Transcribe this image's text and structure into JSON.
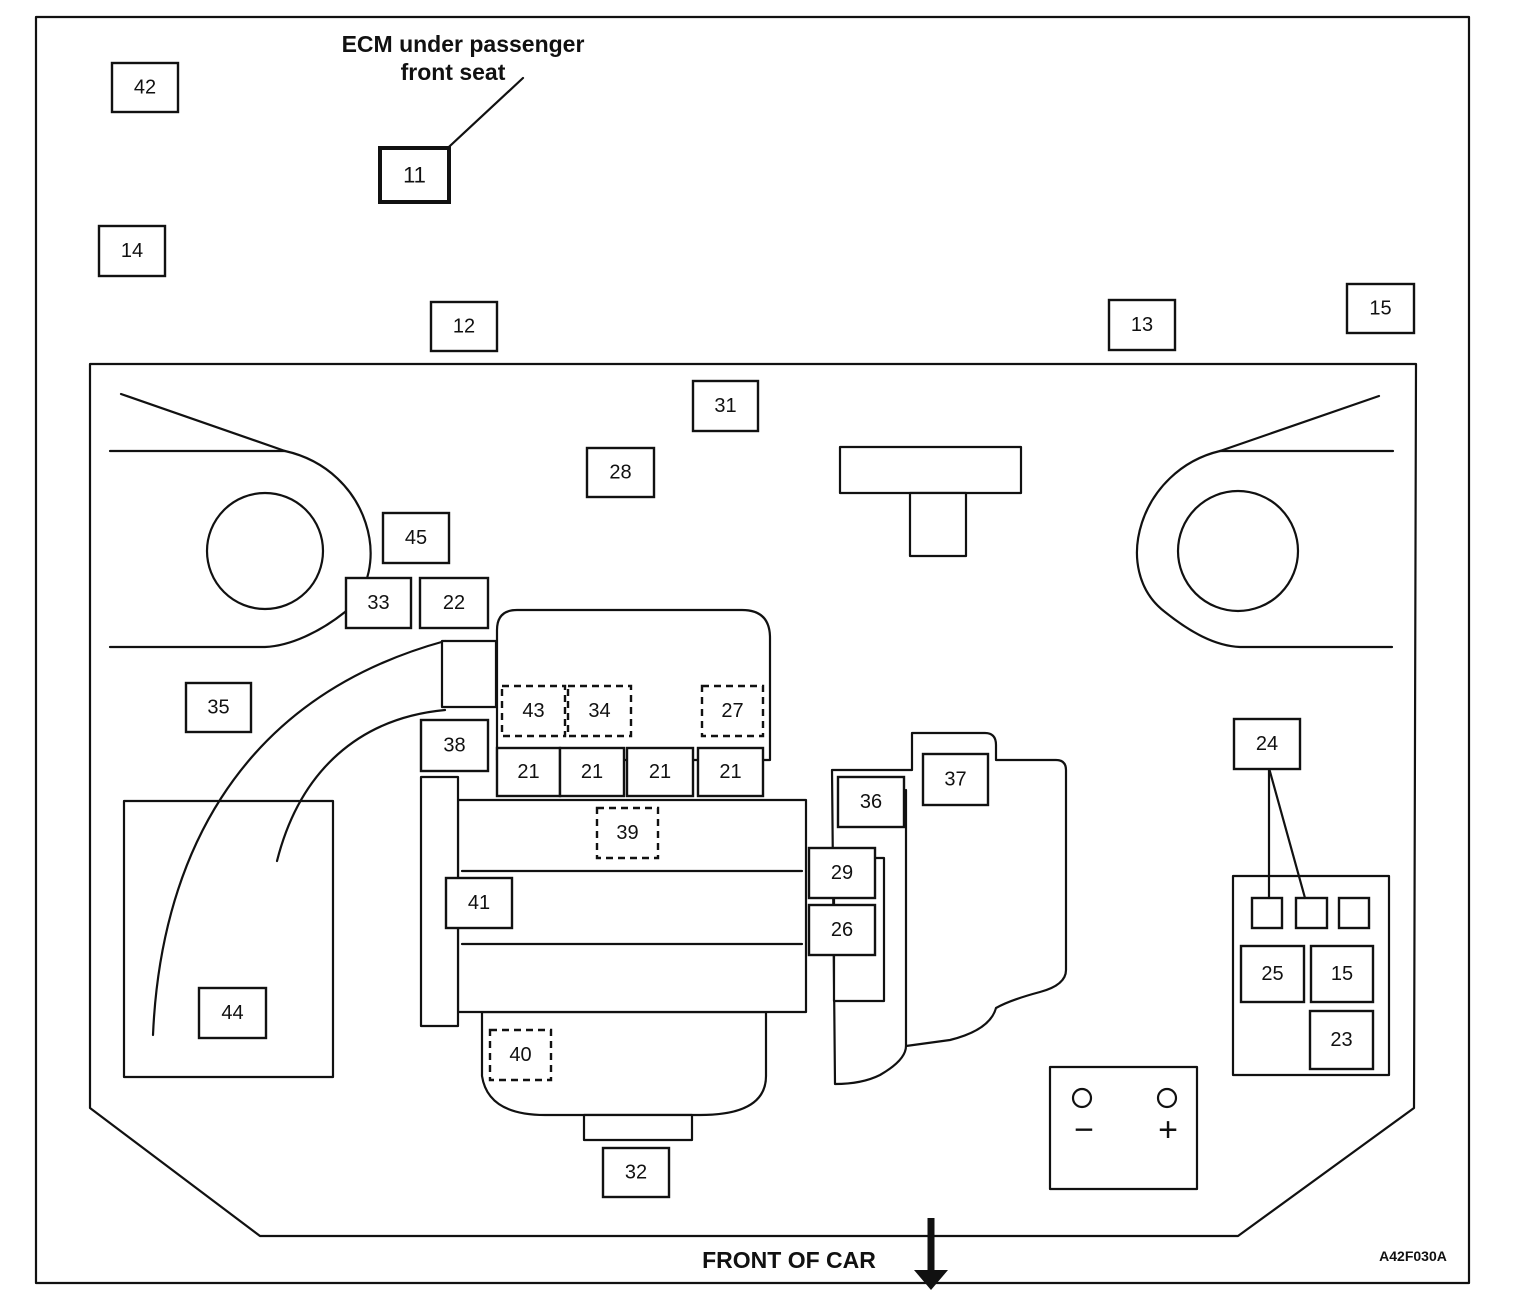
{
  "ecm_note": {
    "line1": "ECM under passenger",
    "line2": "front seat"
  },
  "footer": {
    "front_label": "FRONT OF CAR",
    "figure_code": "A42F030A"
  },
  "battery": {
    "negative": "−",
    "positive": "+"
  },
  "components": [
    {
      "id": "c42",
      "label": "42"
    },
    {
      "id": "c11",
      "label": "11"
    },
    {
      "id": "c14",
      "label": "14"
    },
    {
      "id": "c12",
      "label": "12"
    },
    {
      "id": "c13",
      "label": "13"
    },
    {
      "id": "c15a",
      "label": "15"
    },
    {
      "id": "c31",
      "label": "31"
    },
    {
      "id": "c28",
      "label": "28"
    },
    {
      "id": "c45",
      "label": "45"
    },
    {
      "id": "c33",
      "label": "33"
    },
    {
      "id": "c22",
      "label": "22"
    },
    {
      "id": "c35",
      "label": "35"
    },
    {
      "id": "c43",
      "label": "43"
    },
    {
      "id": "c34",
      "label": "34"
    },
    {
      "id": "c27",
      "label": "27"
    },
    {
      "id": "c38",
      "label": "38"
    },
    {
      "id": "c21a",
      "label": "21"
    },
    {
      "id": "c21b",
      "label": "21"
    },
    {
      "id": "c21c",
      "label": "21"
    },
    {
      "id": "c21d",
      "label": "21"
    },
    {
      "id": "c39",
      "label": "39"
    },
    {
      "id": "c41",
      "label": "41"
    },
    {
      "id": "c36",
      "label": "36"
    },
    {
      "id": "c37",
      "label": "37"
    },
    {
      "id": "c29",
      "label": "29"
    },
    {
      "id": "c26",
      "label": "26"
    },
    {
      "id": "c44",
      "label": "44"
    },
    {
      "id": "c40",
      "label": "40"
    },
    {
      "id": "c32",
      "label": "32"
    },
    {
      "id": "c24",
      "label": "24"
    },
    {
      "id": "c25",
      "label": "25"
    },
    {
      "id": "c15b",
      "label": "15"
    },
    {
      "id": "c23",
      "label": "23"
    }
  ]
}
